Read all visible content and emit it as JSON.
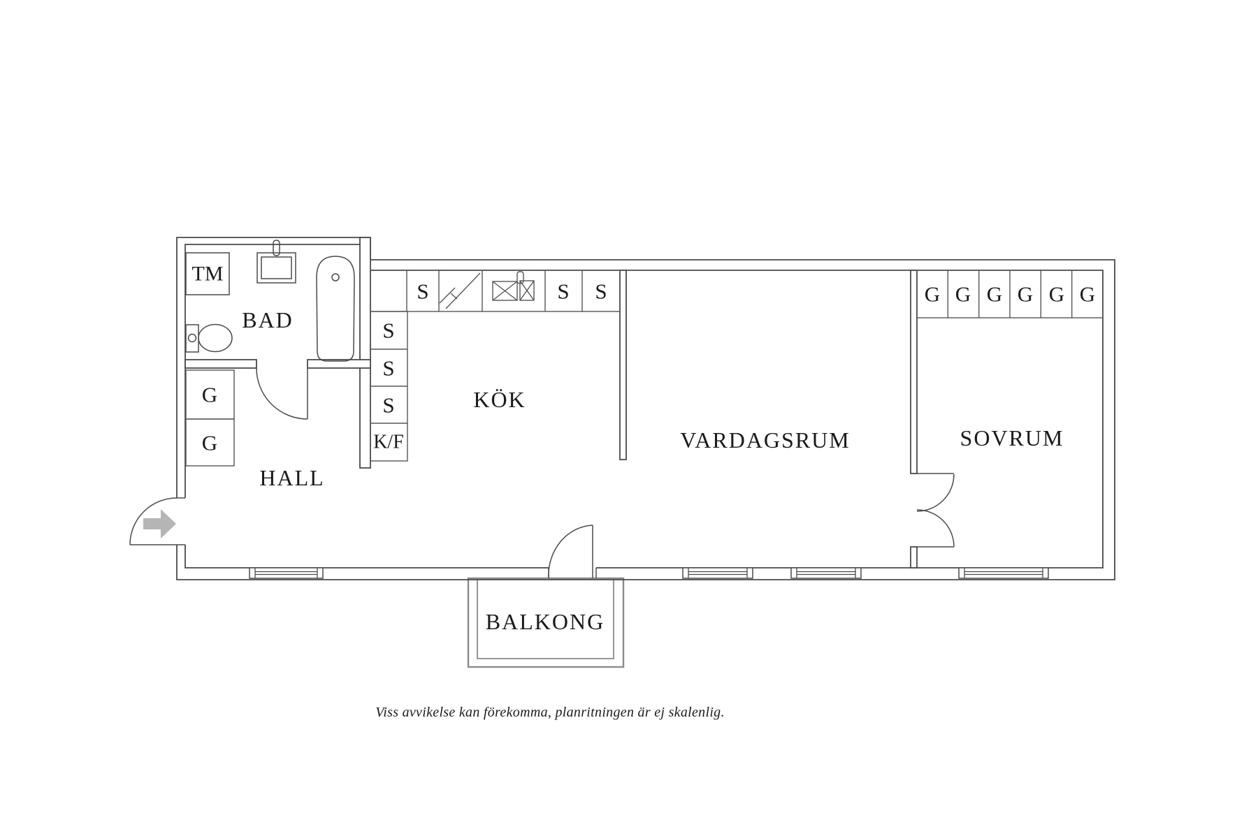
{
  "page": {
    "background": "#ffffff",
    "disclaimer": "Viss avvikelse kan förekomma, planritningen är ej skalenlig."
  },
  "colors": {
    "wall_line": "#4a4a4a",
    "cabinet_line": "#565656",
    "balcony_line": "#8a8a8a",
    "entry_arrow": "#b5b5b5",
    "label_text": "#1b1b1b"
  },
  "rooms": {
    "bathroom": {
      "label": "BAD"
    },
    "hall": {
      "label": "HALL"
    },
    "kitchen": {
      "label": "KÖK"
    },
    "living_room": {
      "label": "VARDAGSRUM"
    },
    "bedroom": {
      "label": "SOVRUM"
    },
    "balcony": {
      "label": "BALKONG"
    }
  },
  "fixtures": {
    "washing_machine": "TM"
  },
  "kitchen_cabinets": {
    "top_row": [
      "",
      "S",
      "",
      "",
      "S",
      "S"
    ],
    "left_column": [
      "S",
      "S",
      "S",
      "K/F"
    ]
  },
  "hall_wardrobes": [
    "G",
    "G"
  ],
  "bedroom_wardrobes": [
    "G",
    "G",
    "G",
    "G",
    "G",
    "G"
  ]
}
